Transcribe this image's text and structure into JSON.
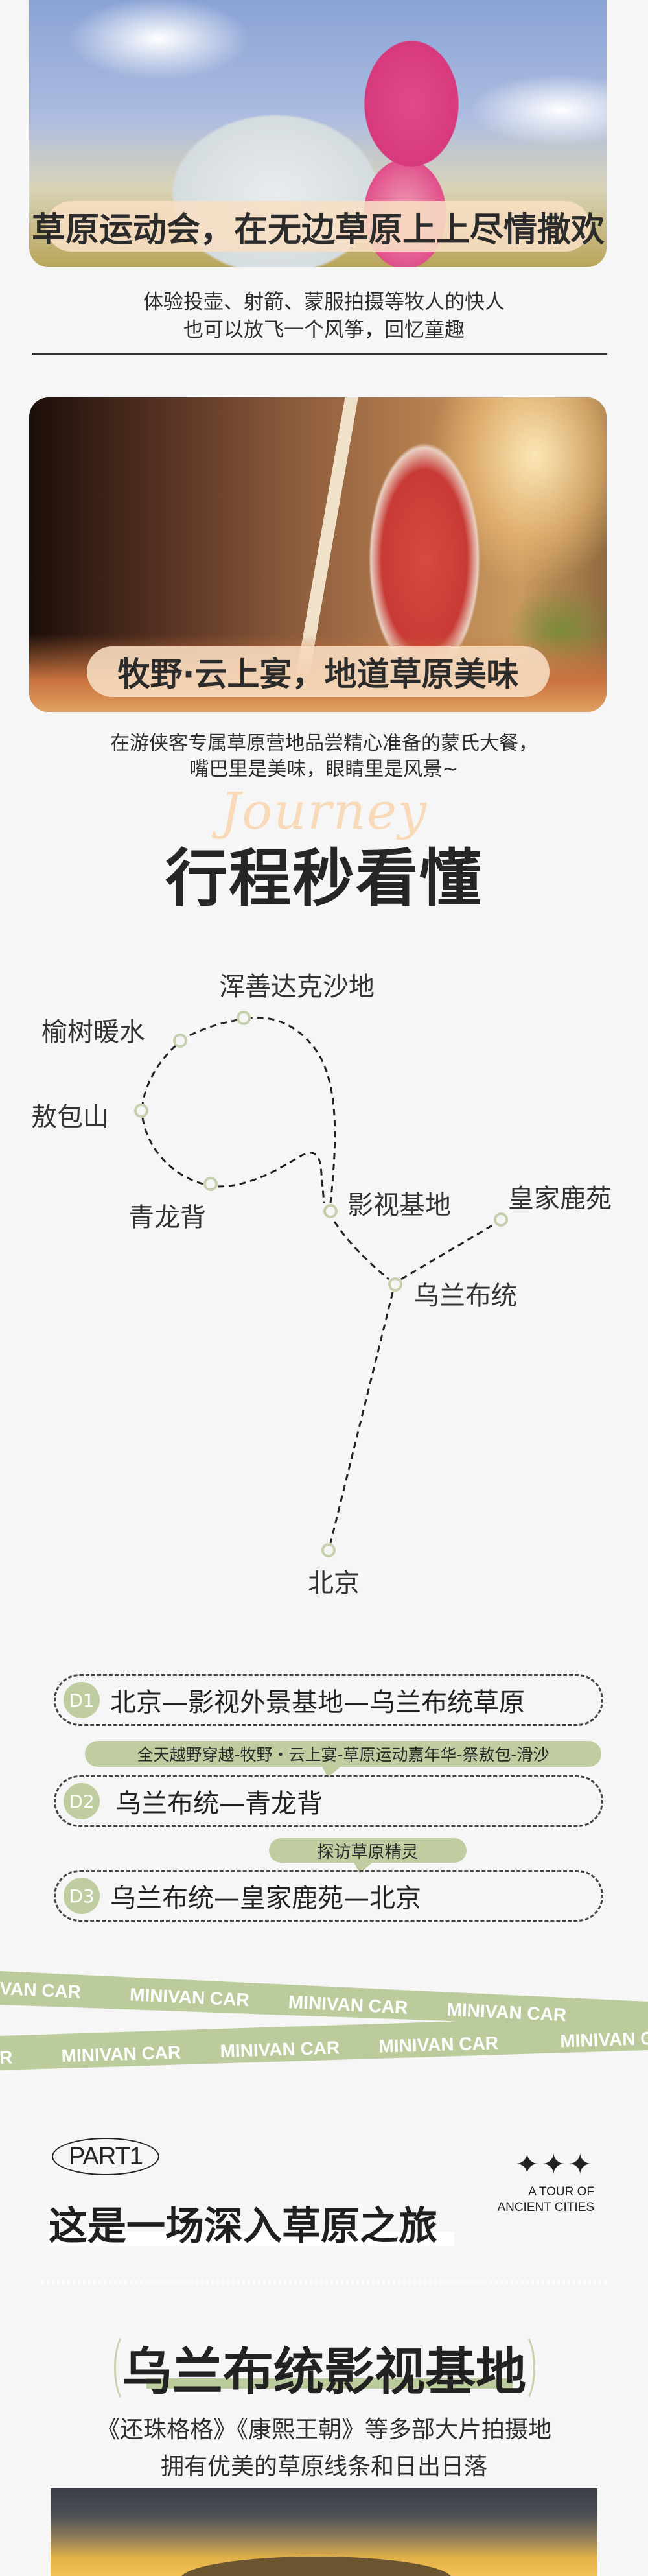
{
  "section_sports": {
    "caption": "草原运动会，在无边草原上上尽情撒欢",
    "lines": [
      "体验投壶、射箭、蒙服拍摄等牧人的快人",
      "也可以放飞一个风筝，回忆童趣"
    ]
  },
  "section_feast": {
    "caption": "牧野·云上宴，地道草原美味",
    "lines": [
      "在游侠客专属草原营地品尝精心准备的蒙氏大餐，",
      "嘴巴里是美味，眼睛里是风景~"
    ]
  },
  "journey": {
    "script": "Journey",
    "title": "行程秒看懂",
    "map_nodes": [
      "浑善达克沙地",
      "榆树暖水",
      "敖包山",
      "青龙背",
      "影视基地",
      "皇家鹿苑",
      "乌兰布统",
      "北京"
    ],
    "days": [
      {
        "badge": "D1",
        "route": "北京—影视外景基地—乌兰布统草原"
      },
      {
        "badge": "D2",
        "route": "乌兰布统—青龙背"
      },
      {
        "badge": "D3",
        "route": "乌兰布统—皇家鹿苑—北京"
      }
    ],
    "notes": [
      "全天越野穿越-牧野・云上宴-草原运动嘉年华-祭敖包-滑沙",
      "探访草原精灵"
    ]
  },
  "banner": {
    "text": "MINIVAN CAR",
    "color": "#bccb9b"
  },
  "part1": {
    "tag": "PART1",
    "title": "这是一场深入草原之旅",
    "stars": "✦✦✦",
    "subtitle_lines": [
      "A TOUR OF",
      "ANCIENT CITIES"
    ]
  },
  "film_base": {
    "title": "乌兰布统影视基地",
    "lines": [
      "《还珠格格》《康熙王朝》等多部大片拍摄地",
      "拥有优美的草原线条和日出日落"
    ]
  },
  "colors": {
    "accent_green": "#c0cda0",
    "pill": "#f7dec3",
    "background": "#f6f6f6"
  }
}
